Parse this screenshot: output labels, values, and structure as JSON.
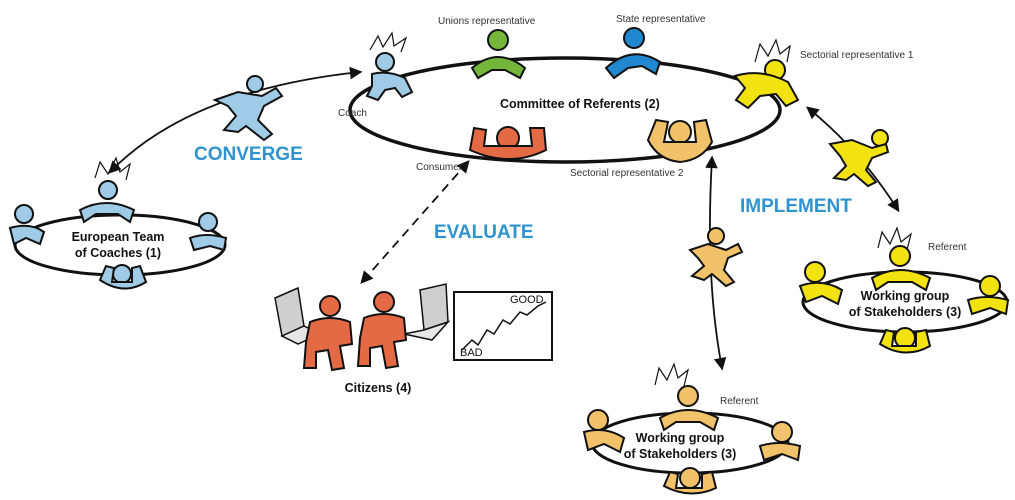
{
  "labels": {
    "committee": "Committee of Referents (2)",
    "european_team_line1": "European Team",
    "european_team_line2": "of Coaches (1)",
    "citizens": "Citizens (4)",
    "working_group_right_line1": "Working group",
    "working_group_right_line2": "of Stakeholders (3)",
    "working_group_bottom_line1": "Working group",
    "working_group_bottom_line2": "of Stakeholders (3)",
    "coach": "Coach",
    "unions": "Unions representative",
    "state": "State representative",
    "sectorial1": "Sectorial representative 1",
    "sectorial2": "Sectorial representative 2",
    "consumer": "Consumer",
    "referent_right": "Referent",
    "referent_bottom": "Referent",
    "chart_good": "GOOD",
    "chart_bad": "BAD"
  },
  "phases": {
    "converge": "CONVERGE",
    "evaluate": "EVALUATE",
    "implement": "IMPLEMENT"
  },
  "colors": {
    "blue": "#9fcbe6",
    "phase_text": "#2f93d0",
    "green": "#73b63a",
    "darkblue": "#1f88d1",
    "yellow": "#f2e20f",
    "orange": "#e46a45",
    "tan": "#f2c26a",
    "outline": "#111111"
  }
}
